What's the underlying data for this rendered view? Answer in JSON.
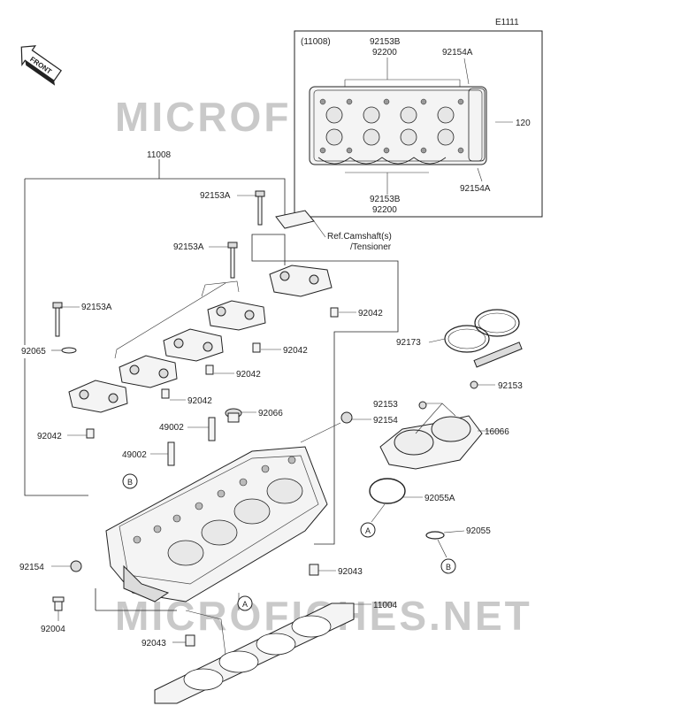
{
  "diagram_id": "E1111",
  "front_label": "FRONT",
  "inset": {
    "title": "(11008)",
    "labels": {
      "top_92153b": "92153B",
      "top_92200": "92200",
      "top_92154a": "92154A",
      "right_120": "120",
      "bot_92153b": "92153B",
      "bot_92200": "92200",
      "bot_92154a": "92154A"
    }
  },
  "watermark": "MICROFICHES.NET",
  "labels": {
    "p11008": "11008",
    "p92153A_1": "92153A",
    "p92153A_2": "92153A",
    "p92153A_3": "92153A",
    "ref_camshaft": "Ref.Camshaft(s)",
    "ref_tensioner": "/Tensioner",
    "p92042_1": "92042",
    "p92042_2": "92042",
    "p92042_3": "92042",
    "p92042_4": "92042",
    "p92042_5": "92042",
    "p92065": "92065",
    "p92173": "92173",
    "p92153_l": "92153",
    "p92153_r": "92153",
    "p16066": "16066",
    "p49002_1": "49002",
    "p49002_2": "49002",
    "p92066": "92066",
    "p92154_top": "92154",
    "p92055A": "92055A",
    "p92055": "92055",
    "callout_A_1": "A",
    "callout_B_1": "B",
    "callout_A_2": "A",
    "callout_B_2": "B",
    "p92154_bot": "92154",
    "p92043_1": "92043",
    "p92004": "92004",
    "p11004": "11004",
    "p92043_2": "92043"
  }
}
